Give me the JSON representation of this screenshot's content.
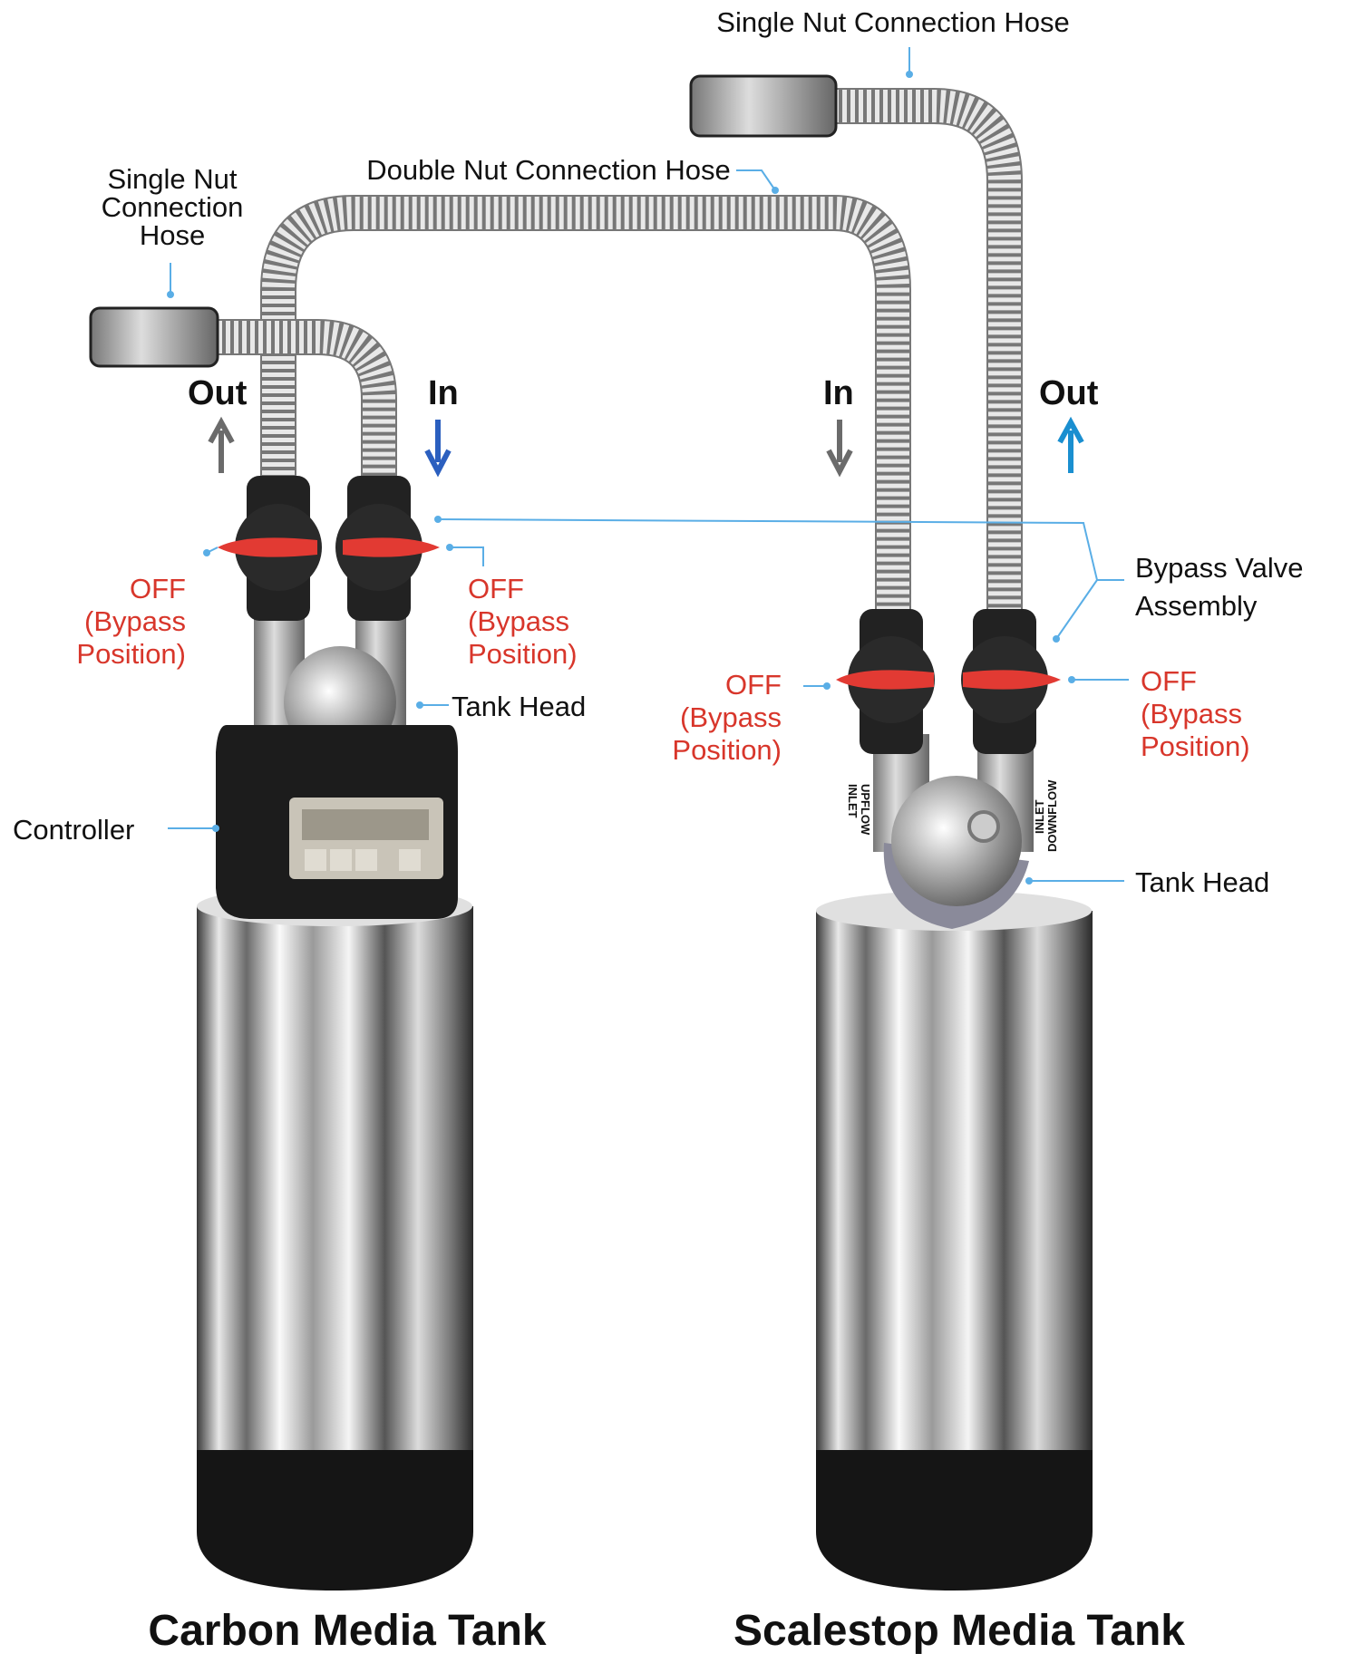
{
  "labels": {
    "single_nut_hose_right": "Single Nut Connection Hose",
    "single_nut_hose_left": [
      "Single Nut",
      "Connection",
      "Hose"
    ],
    "double_nut_hose": "Double Nut Connection Hose",
    "bypass_valve_assembly": [
      "Bypass Valve",
      "Assembly"
    ],
    "tank_head_left": "Tank Head",
    "tank_head_right": "Tank Head",
    "controller": "Controller",
    "off_bypass": [
      "OFF",
      "(Bypass",
      "Position)"
    ],
    "upflow_inlet": [
      "UPFLOW",
      "INLET"
    ],
    "downflow_inlet": [
      "DOWNFLOW",
      "INLET"
    ]
  },
  "flow": {
    "out": "Out",
    "in": "In"
  },
  "tanks": {
    "left": "Carbon Media Tank",
    "right": "Scalestop Media Tank"
  },
  "colors": {
    "leader": "#5aaee6",
    "off_label": "#d8362b",
    "in_arrow": "#2b5fbf",
    "out_arrow": "#1a8fd0",
    "neutral_arrow": "#6b6b6b"
  }
}
